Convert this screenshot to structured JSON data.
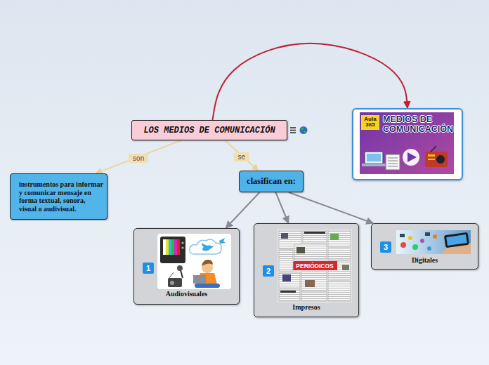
{
  "diagram": {
    "nodes": [
      {
        "text": [
          "LOS MEDIOS DE COMUNICACIÓN"
        ]
      },
      {
        "text": [
          "Aula 365",
          "MEDIOS DE COMUNICACIÓN"
        ]
      },
      {
        "text": [
          "instrumentos para informar y comunicar mensaje en forma textual, sonora, visual o audivisual."
        ]
      },
      {
        "text": [
          "clasifican en:"
        ]
      },
      {
        "text": [
          "Audiovisuales"
        ]
      },
      {
        "text": [
          "1"
        ],
        "in": 4
      },
      {
        "text": [
          "Impresos"
        ]
      },
      {
        "text": [
          "2"
        ],
        "in": 6
      },
      {
        "text": [
          "Digitales"
        ]
      },
      {
        "text": [
          "3"
        ],
        "in": 8
      }
    ],
    "edges": [
      {
        "from": 0,
        "to": 2,
        "label": "son",
        "arrow": "to"
      },
      {
        "from": 0,
        "to": 3,
        "label": "se",
        "arrow": "to"
      },
      {
        "from": 3,
        "to": 4,
        "arrow": "to"
      },
      {
        "from": 3,
        "to": 6,
        "arrow": "to"
      },
      {
        "from": 3,
        "to": 8,
        "arrow": "to"
      },
      {
        "from": 0,
        "to": 1,
        "arrow": "to"
      }
    ],
    "labels": [
      "PERIÓDICOS"
    ]
  }
}
